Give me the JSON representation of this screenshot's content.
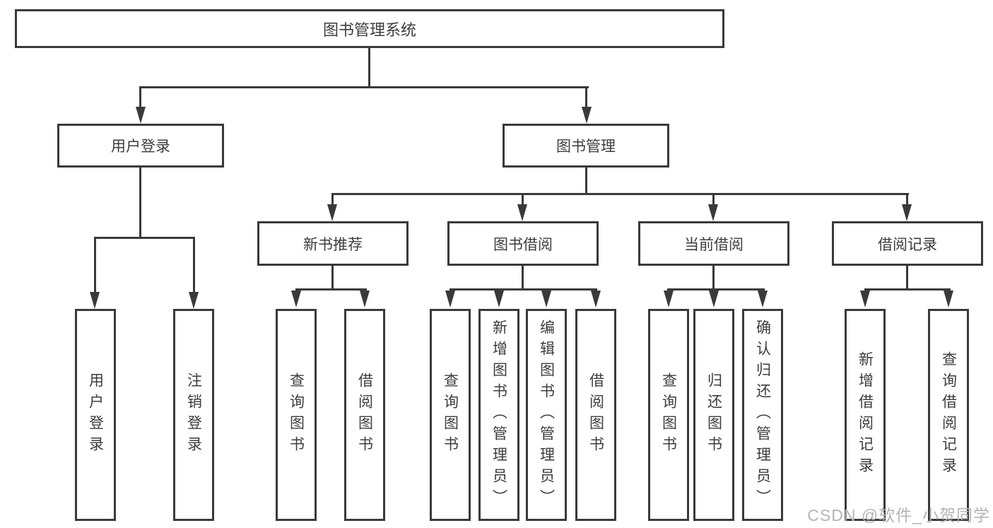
{
  "diagram": {
    "root": {
      "label": "图书管理系统"
    },
    "level1": [
      {
        "label": "用户登录"
      },
      {
        "label": "图书管理"
      }
    ],
    "level2": [
      {
        "label": "新书推荐"
      },
      {
        "label": "图书借阅"
      },
      {
        "label": "当前借阅"
      },
      {
        "label": "借阅记录"
      }
    ],
    "leaves": {
      "user_login": [
        "用户登录",
        "注销登录"
      ],
      "new_book_recommend": [
        "查询图书",
        "借阅图书"
      ],
      "book_borrow": [
        "查询图书",
        "新增图书（管理员）",
        "编辑图书（管理员）",
        "借阅图书"
      ],
      "current_borrow": [
        "查询图书",
        "归还图书",
        "确认归还（管理员）"
      ],
      "borrow_records": [
        "新增借阅记录",
        "查询借阅记录"
      ]
    }
  },
  "watermark": "CSDN @软件_小贺同学",
  "colors": {
    "line": "#3a3a3a",
    "text": "#3d3d3d",
    "box_background": "#ffffff",
    "page_background": "#ffffff",
    "watermark": "#b4b4b4"
  }
}
